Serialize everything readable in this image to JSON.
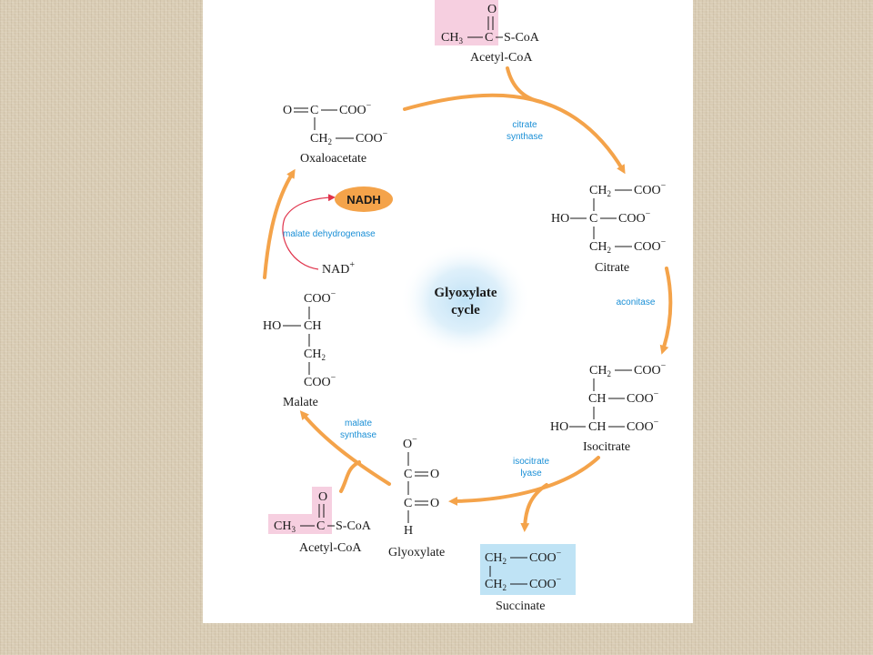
{
  "center": {
    "line1": "Glyoxylate",
    "line2": "cycle"
  },
  "compounds": {
    "acetyl_top": {
      "o": "O",
      "ch3": "CH",
      "ch3_sub": "3",
      "c": "C",
      "scoa": "S-CoA",
      "name": "Acetyl-CoA"
    },
    "oxaloacetate": {
      "row1_o": "O",
      "row1_c": "C",
      "row1_coo": "COO",
      "charge": "−",
      "row2_ch2": "CH",
      "ch2_sub": "2",
      "row2_coo": "COO",
      "name": "Oxaloacetate"
    },
    "citrate": {
      "row1": "CH",
      "row1_sub": "2",
      "row1_coo": "COO",
      "charge": "−",
      "row2_ho": "HO",
      "row2_c": "C",
      "row2_coo": "COO",
      "row3": "CH",
      "row3_sub": "2",
      "row3_coo": "COO",
      "name": "Citrate"
    },
    "isocitrate": {
      "row1": "CH",
      "row1_sub": "2",
      "row1_coo": "COO",
      "charge": "−",
      "row2_ch": "CH",
      "row2_coo": "COO",
      "row3_ho": "HO",
      "row3_ch": "CH",
      "row3_coo": "COO",
      "name": "Isocitrate"
    },
    "malate": {
      "row1_coo": "COO",
      "charge": "−",
      "row2_ho": "HO",
      "row2_ch": "CH",
      "row3_ch2": "CH",
      "row3_sub": "2",
      "row4_coo": "COO",
      "name": "Malate"
    },
    "glyoxylate": {
      "o_top": "O",
      "charge": "−",
      "c1": "C",
      "o1": "O",
      "c2": "C",
      "o2": "O",
      "h": "H",
      "name": "Glyoxylate"
    },
    "acetyl_bottom": {
      "o": "O",
      "ch3": "CH",
      "ch3_sub": "3",
      "c": "C",
      "scoa": "S-CoA",
      "name": "Acetyl-CoA"
    },
    "succinate": {
      "row1": "CH",
      "row1_sub": "2",
      "row1_coo": "COO",
      "charge": "−",
      "row2": "CH",
      "row2_sub": "2",
      "row2_coo": "COO",
      "name": "Succinate"
    }
  },
  "enzymes": {
    "citrate_synthase": [
      "citrate",
      "synthase"
    ],
    "aconitase": "aconitase",
    "isocitrate_lyase": [
      "isocitrate",
      "lyase"
    ],
    "malate_synthase": [
      "malate",
      "synthase"
    ],
    "malate_dehydrogenase": "malate dehydrogenase"
  },
  "cofactors": {
    "nadh": "NADH",
    "nad": "NAD",
    "nad_sup": "+"
  },
  "colors": {
    "arrow": "#f4a34a",
    "enzyme_text": "#1a8fd6",
    "acetyl_highlight": "#f6cfe0",
    "succinate_highlight": "#bfe3f5",
    "nadh_fill": "#f4a34a",
    "cofactor_arrow": "#e0334b",
    "center_glow": "#bfe1f6"
  }
}
